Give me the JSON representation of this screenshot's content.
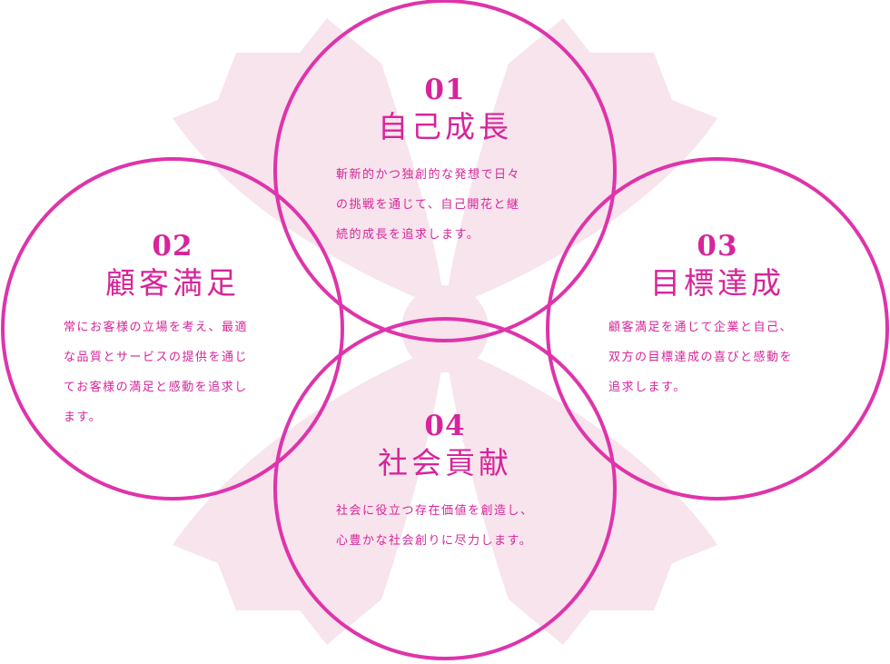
{
  "colors": {
    "ring": "#de34ab",
    "text": "#d6259a",
    "petal": "#f7e4ec"
  },
  "items": [
    {
      "number": "01",
      "title": "自己成長",
      "lines": [
        "斬新的かつ独創的な発想で日々",
        "の挑戦を通じて、自己開花と継",
        "続的成長を追求します。"
      ]
    },
    {
      "number": "02",
      "title": "顧客満足",
      "lines": [
        "常にお客様の立場を考え、最適",
        "な品質とサービスの提供を通じ",
        "てお客様の満足と感動を追求し",
        "ます。"
      ]
    },
    {
      "number": "03",
      "title": "目標達成",
      "lines": [
        "顧客満足を通じて企業と自己、",
        "双方の目標達成の喜びと感動を",
        "追求します。"
      ]
    },
    {
      "number": "04",
      "title": "社会貢献",
      "lines": [
        "社会に役立つ存在価値を創造し、",
        "心豊かな社会創りに尽力します。"
      ]
    }
  ]
}
